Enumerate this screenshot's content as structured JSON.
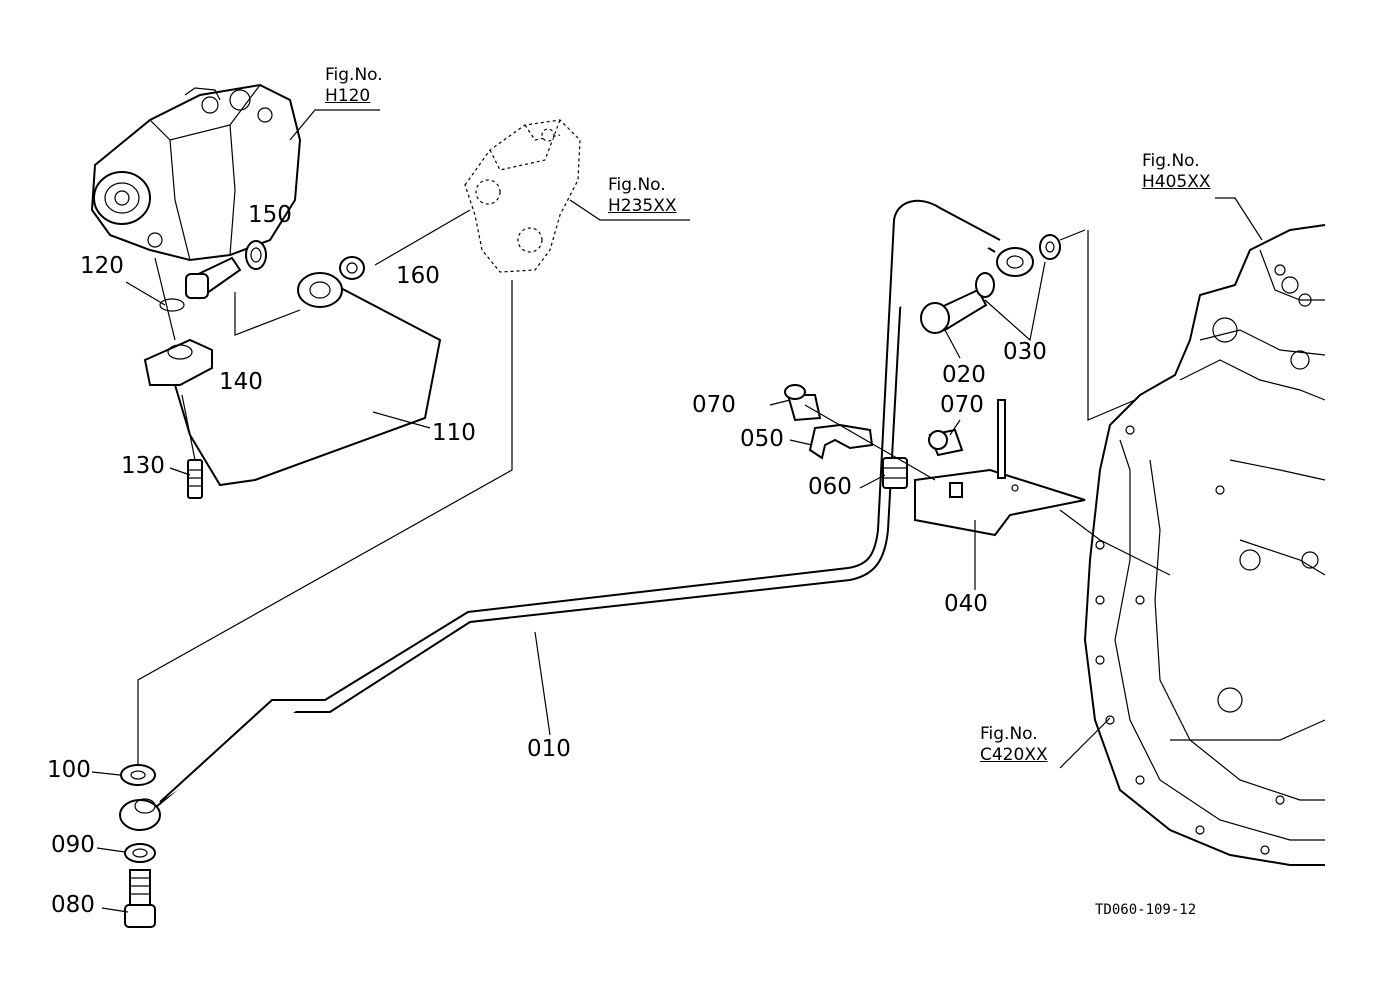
{
  "labels": {
    "p010": "010",
    "p020": "020",
    "p030": "030",
    "p040": "040",
    "p050": "050",
    "p060": "060",
    "p070a": "070",
    "p070b": "070",
    "p080": "080",
    "p090": "090",
    "p100": "100",
    "p110": "110",
    "p120": "120",
    "p130": "130",
    "p140": "140",
    "p150": "150",
    "p160": "160"
  },
  "figures": {
    "h120": {
      "prefix": "Fig.No.",
      "code": "H120"
    },
    "h235": {
      "prefix": "Fig.No.",
      "code": "H235XX"
    },
    "h405": {
      "prefix": "Fig.No.",
      "code": "H405XX"
    },
    "c420": {
      "prefix": "Fig.No.",
      "code": "C420XX"
    }
  },
  "reference_code": "TD060-109-12"
}
